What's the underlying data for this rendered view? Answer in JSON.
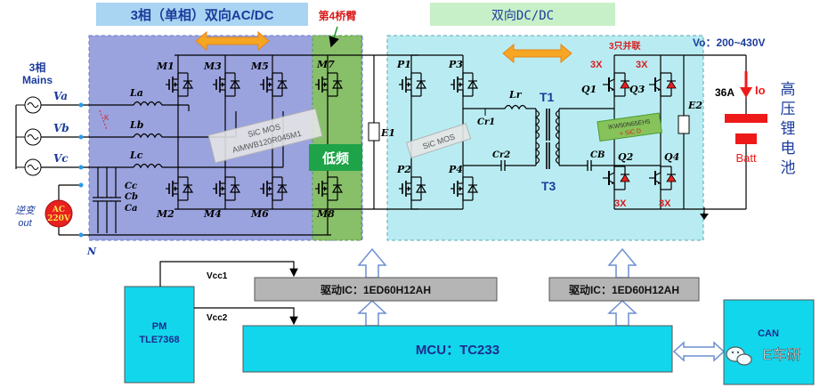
{
  "titles": {
    "acdc": "3相（单相）双向AC/DC",
    "dcdc": "双向DC/DC",
    "fourth_leg": "第4桥臂",
    "low_freq": "低频"
  },
  "source": {
    "mains_line1": "3相",
    "mains_line2": "Mains",
    "va": "Va",
    "vb": "Vb",
    "vc": "Vc",
    "n": "N",
    "ac_line1": "AC",
    "ac_line2": "220V",
    "inverter_line1": "逆变",
    "inverter_line2": "out",
    "k": "K"
  },
  "passives": {
    "la": "La",
    "lb": "Lb",
    "lc": "Lc",
    "cc": "Cc",
    "cb": "Cb",
    "ca": "Ca",
    "e1": "E1",
    "lr": "Lr",
    "cr1": "Cr1",
    "cr2": "Cr2",
    "cb2": "CB",
    "e2": "E2",
    "t1": "T1",
    "t3": "T3"
  },
  "switches": {
    "m1": "M1",
    "m2": "M2",
    "m3": "M3",
    "m4": "M4",
    "m5": "M5",
    "m6": "M6",
    "m7": "M7",
    "m8": "M8",
    "p1": "P1",
    "p2": "P2",
    "p3": "P3",
    "p4": "P4",
    "q1": "Q1",
    "q2": "Q2",
    "q3": "Q3",
    "q4": "Q4"
  },
  "notes": {
    "sic_mos_1": "SiC MOS",
    "sic_part": "AIMWB120R045M1",
    "sic_mos_2": "SiC MOS",
    "parallel3": "3只并联",
    "x3": "3X",
    "igbt_part": "IKW50N65EH5",
    "sic_d": "+ SiC D"
  },
  "battery": {
    "vo": "Vo：200~430V",
    "current": "36A",
    "io": "Io",
    "batt": "Batt",
    "label_chars": [
      "高",
      "压",
      "锂",
      "电",
      "池"
    ]
  },
  "control": {
    "driver_left": "驱动IC：1ED60H12AH",
    "driver_right": "驱动IC：1ED60H12AH",
    "pm_line1": "PM",
    "pm_line2": "TLE7368",
    "vcc1": "Vcc1",
    "vcc2": "Vcc2",
    "mcu": "MCU：TC233",
    "can": "CAN"
  },
  "watermark": "E车研",
  "colors": {
    "acdc_bg": "#9aa3de",
    "dcdc_bg": "#b9ecf2",
    "leg_bg": "#7cbf4c",
    "low_freq": "#1fa348",
    "control_gray": "#b5b5b5",
    "mcu_cyan": "#12d6ec",
    "battery_red": "#ee1a1a",
    "arrow_orange": "#f5a623"
  }
}
